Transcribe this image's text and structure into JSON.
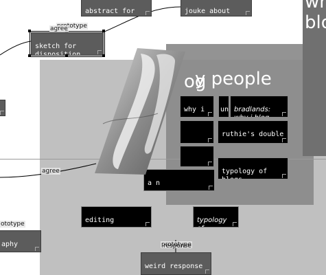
{
  "titles": {
    "why_people": "y people",
    "why_people_line2": "og",
    "right_edge": "wh\nblo"
  },
  "nodes": {
    "abstract": "abstract for SKIKI",
    "jouke": "jouke about blogs",
    "sketch": "sketch for\ndisposition with",
    "why_i": "why i",
    "un": "un",
    "bradlands": "bradlands:\nwhy i blog",
    "ruthie": "ruthie's double",
    "typology_ockham": "typology of blogs\n(ockham's razor)",
    "middle_partial": "a       n",
    "editing": "editing",
    "typology_italic": "typology of\nblogs",
    "weird": "weird response",
    "aphy": "aphy"
  },
  "links": {
    "prototype_top": "prototype",
    "agree_top": "agree",
    "agree_mid": "agree",
    "prototype_left": "ototype",
    "prototype_bottom": "prototype",
    "response": "response"
  },
  "colors": {
    "background": "#ffffff",
    "panel_light": "#c0c0c0",
    "panel_mid": "#8a8a8a",
    "node_fill": "#000000",
    "node_text": "#ffffff"
  },
  "image": {
    "icon": "photo-thumbnail-icon"
  }
}
